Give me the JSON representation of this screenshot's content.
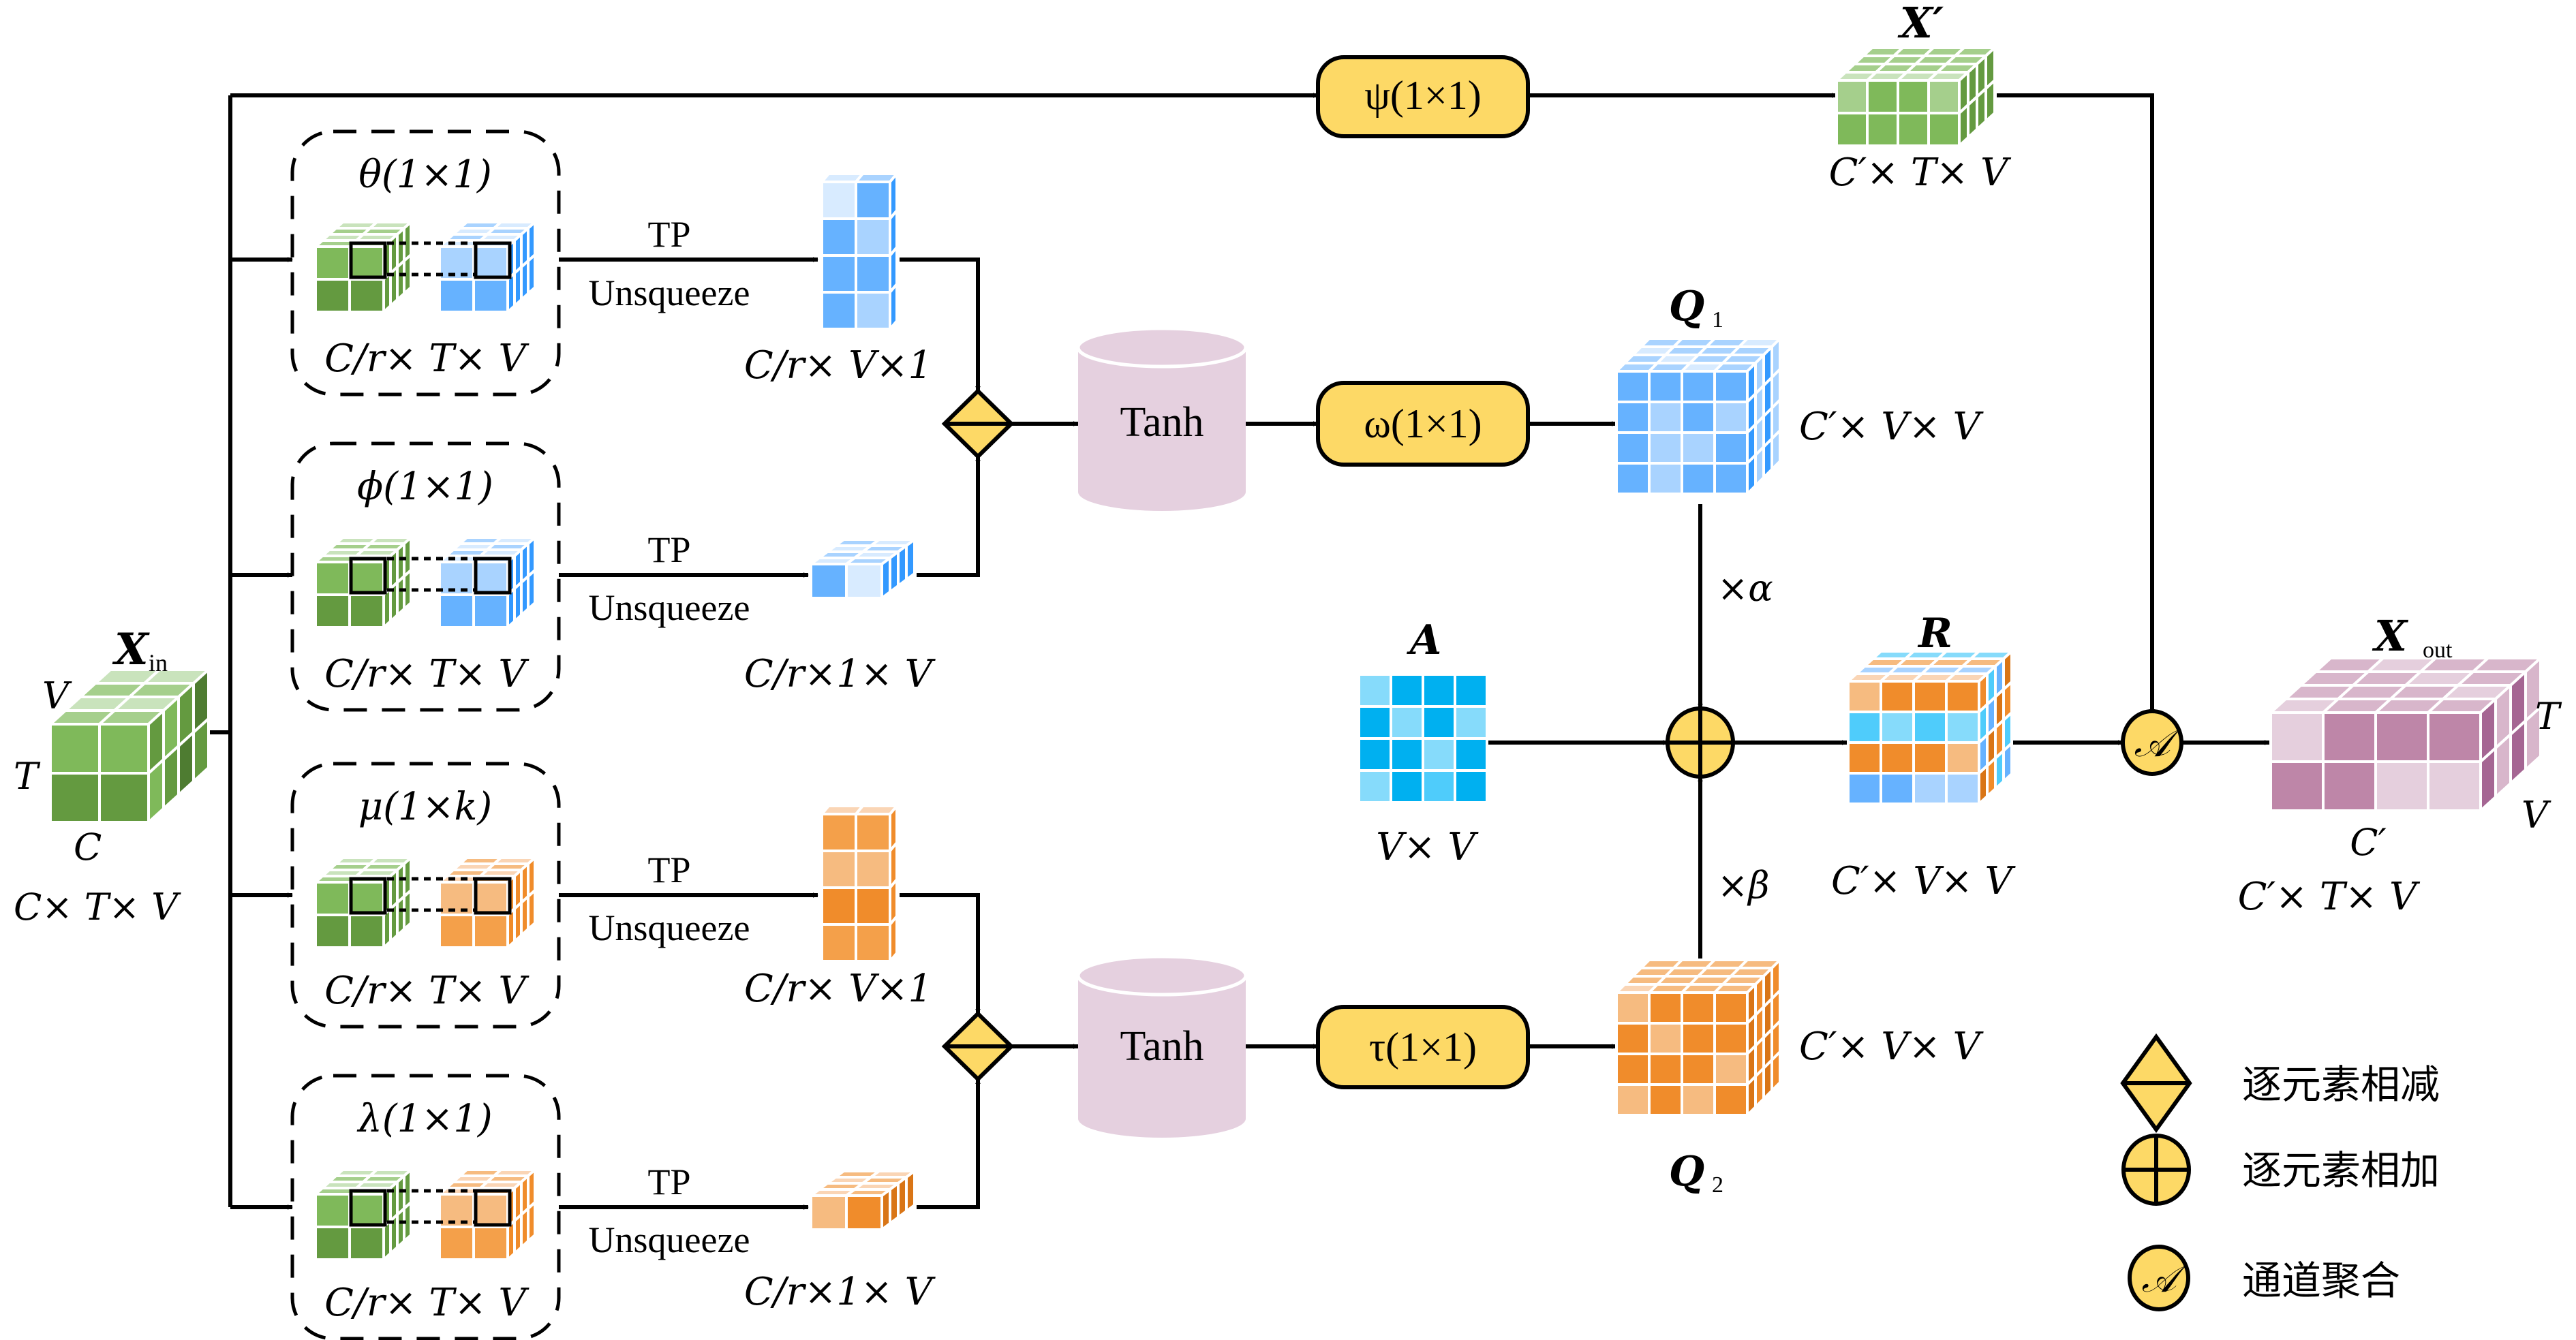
{
  "diagram": {
    "input": {
      "symbol": "X",
      "subscript": "in",
      "axis_v": "V",
      "axis_t": "T",
      "axis_c": "C",
      "shape": "C× T× V"
    },
    "top_branch": {
      "op_label": "ψ(1×1)",
      "output_symbol": "X′",
      "output_shape": "C′× T× V"
    },
    "branches": [
      {
        "conv_label": "θ(1×1)",
        "conv_shape": "C/r× T× V",
        "transform_top": "TP",
        "transform_bottom": "Unsqueeze",
        "output_shape": "C/r× V×1",
        "color": "blue"
      },
      {
        "conv_label": "ϕ(1×1)",
        "conv_shape": "C/r× T× V",
        "transform_top": "TP",
        "transform_bottom": "Unsqueeze",
        "output_shape": "C/r×1× V",
        "color": "blue"
      },
      {
        "conv_label": "μ(1×k)",
        "conv_shape": "C/r× T× V",
        "transform_top": "TP",
        "transform_bottom": "Unsqueeze",
        "output_shape": "C/r× V×1",
        "color": "orange"
      },
      {
        "conv_label": "λ(1×1)",
        "conv_shape": "C/r× T× V",
        "transform_top": "TP",
        "transform_bottom": "Unsqueeze",
        "output_shape": "C/r×1× V",
        "color": "orange"
      }
    ],
    "activation_upper": "Tanh",
    "activation_lower": "Tanh",
    "omega_label": "ω(1×1)",
    "tau_label": "τ(1×1)",
    "q1": {
      "symbol": "Q",
      "subscript": "1",
      "shape": "C′× V× V"
    },
    "q2": {
      "symbol": "Q",
      "subscript": "2",
      "shape": "C′× V× V"
    },
    "alpha_label": "×α",
    "beta_label": "×β",
    "adjacency": {
      "symbol": "A",
      "shape": "V× V"
    },
    "r": {
      "symbol": "R",
      "shape": "C′× V× V"
    },
    "aggregate_symbol": "𝒜",
    "output": {
      "symbol": "X",
      "subscript": "out",
      "axis_t": "T",
      "axis_v": "V",
      "axis_c": "C′",
      "shape": "C′× T× V"
    }
  },
  "legend": [
    {
      "icon": "subtract-diamond",
      "label": "逐元素相减"
    },
    {
      "icon": "add-circle",
      "label": "逐元素相加"
    },
    {
      "icon": "aggregate-circle",
      "label": "通道聚合",
      "symbol": "𝒜"
    }
  ],
  "colors": {
    "op_fill": "#FDD966",
    "tanh_fill": "#E5D0DF",
    "green": [
      "#C9E3BC",
      "#A5CF8C",
      "#7FB95A",
      "#649A40",
      "#4E7C31"
    ],
    "blue": [
      "#D8EBFF",
      "#A9D3FF",
      "#66B2FF",
      "#3399FF"
    ],
    "orange": [
      "#FAD5B5",
      "#F6BB80",
      "#F4A04A",
      "#F08C2B",
      "#D97516"
    ],
    "cyan": [
      "#86DBFB",
      "#4FCCFB",
      "#00B0F0"
    ],
    "purple": [
      "#E5CFDD",
      "#D8B6CB",
      "#BE86A8",
      "#A56693"
    ]
  }
}
